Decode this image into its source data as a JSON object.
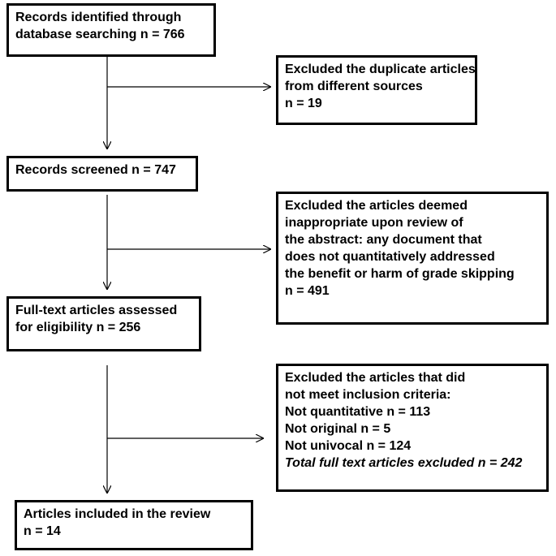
{
  "boxes": {
    "identified": {
      "lines": [
        "Records identified through",
        "database searching n = 766"
      ]
    },
    "excluded_duplicates": {
      "lines": [
        "Excluded the duplicate articles",
        "from different sources",
        "n = 19"
      ]
    },
    "screened": {
      "lines": [
        "Records screened n = 747"
      ]
    },
    "excluded_abstract": {
      "lines": [
        "Excluded the articles deemed",
        "inappropriate upon review of",
        "the abstract: any document that",
        "does not  quantitatively addressed",
        "the benefit or harm of grade skipping",
        "n = 491"
      ]
    },
    "fulltext": {
      "lines": [
        "Full-text articles assessed",
        "for eligibility  n = 256"
      ]
    },
    "excluded_criteria": {
      "lines": [
        "Excluded the articles that did",
        "not meet inclusion criteria:",
        "Not quantitative n =  113",
        "Not original n = 5",
        "Not univocal n =  124"
      ],
      "total": "Total full text articles excluded n = 242"
    },
    "included": {
      "lines": [
        "Articles included in the review",
        "n = 14"
      ]
    }
  }
}
